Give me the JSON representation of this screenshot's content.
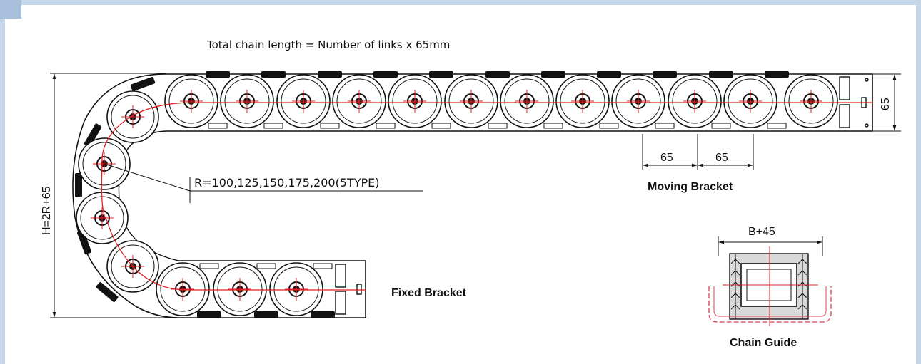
{
  "texts": {
    "total_length": "Total chain length = Number of links x 65mm",
    "height_formula": "H=2R+65",
    "radius_note": "R=100,125,150,175,200(5TYPE)",
    "pitch_1": "65",
    "pitch_2": "65",
    "height_dim": "65",
    "moving_bracket": "Moving Bracket",
    "fixed_bracket": "Fixed Bracket",
    "width_dim": "B+45",
    "chain_guide": "Chain Guide"
  },
  "colors": {
    "frame": "#c5d6e9",
    "centerline": "#e02020",
    "guide": "#e04050",
    "line": "#111111",
    "pad": "#111111",
    "frame_fill": "#d9d9d9"
  }
}
